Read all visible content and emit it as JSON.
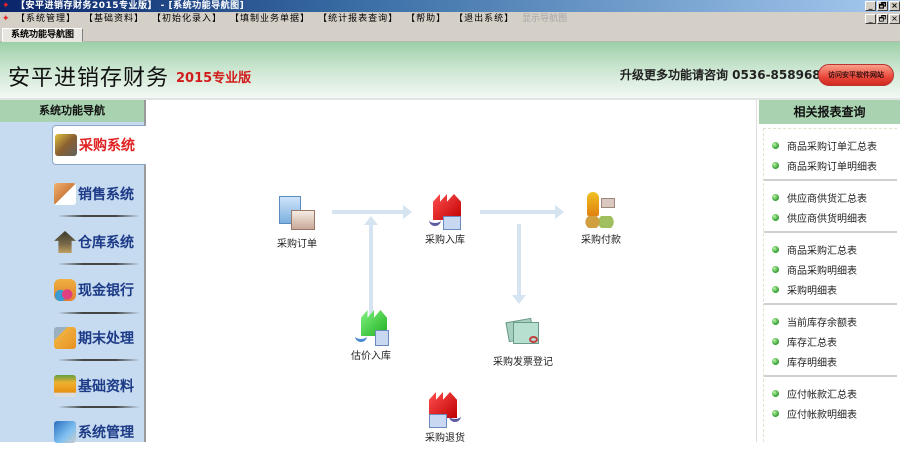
{
  "window": {
    "title": "【安平进销存财务2015专业版】 - [系统功能导航图]",
    "controls": [
      "_",
      "🗗",
      "×"
    ]
  },
  "menubar": {
    "items": [
      {
        "label": "【系统管理】"
      },
      {
        "label": "【基础资料】"
      },
      {
        "label": "【初始化录入】"
      },
      {
        "label": "【填制业务单据】"
      },
      {
        "label": "【统计报表查询】"
      },
      {
        "label": "【帮助】"
      },
      {
        "label": "【退出系统】"
      },
      {
        "label": "显示导航图",
        "disabled": true
      }
    ]
  },
  "tabs": [
    {
      "label": "系统功能导航图"
    }
  ],
  "banner": {
    "brand": "安平进销存财务",
    "version": "2015专业版",
    "promo": "升级更多功能请咨询 0536-8589685",
    "visit_button": "访问安平软件网站"
  },
  "leftnav": {
    "header": "系统功能导航",
    "items": [
      {
        "label": "采购系统",
        "icon": "purchase-icon",
        "active": true,
        "color": "#c8a040"
      },
      {
        "label": "销售系统",
        "icon": "sales-icon",
        "color": "#e8a060"
      },
      {
        "label": "仓库系统",
        "icon": "warehouse-icon",
        "color": "#6b5a3a"
      },
      {
        "label": "现金银行",
        "icon": "cash-bank-icon",
        "color": "#e89040"
      },
      {
        "label": "期末处理",
        "icon": "period-end-icon",
        "color": "#e8b040"
      },
      {
        "label": "基础资料",
        "icon": "basic-data-icon",
        "color": "#f0b030"
      },
      {
        "label": "系统管理",
        "icon": "system-admin-icon",
        "color": "#4a90d0"
      }
    ]
  },
  "flow": {
    "nodes": [
      {
        "id": "purchase-order",
        "label": "采购订单",
        "icon": "purchase-order-icon"
      },
      {
        "id": "purchase-receipt",
        "label": "采购入库",
        "icon": "red-factory-icon"
      },
      {
        "id": "purchase-payment",
        "label": "采购付款",
        "icon": "payment-icon"
      },
      {
        "id": "estimated-receipt",
        "label": "估价入库",
        "icon": "green-factory-icon"
      },
      {
        "id": "invoice-register",
        "label": "采购发票登记",
        "icon": "invoice-icon"
      },
      {
        "id": "purchase-return",
        "label": "采购退货",
        "icon": "red-factory-return-icon"
      }
    ]
  },
  "rightpanel": {
    "header": "相关报表查询",
    "groups": [
      {
        "items": [
          "商品采购订单汇总表",
          "商品采购订单明细表"
        ]
      },
      {
        "items": [
          "供应商供货汇总表",
          "供应商供货明细表"
        ]
      },
      {
        "items": [
          "商品采购汇总表",
          "商品采购明细表",
          "采购明细表"
        ]
      },
      {
        "items": [
          "当前库存余额表",
          "库存汇总表",
          "库存明细表"
        ]
      },
      {
        "items": [
          "应付帐款汇总表",
          "应付帐款明细表"
        ]
      }
    ]
  },
  "colors": {
    "banner_green": "#9ccfa8",
    "nav_bg": "#c6daf0",
    "nav_label": "#1c3a86",
    "active_label": "#e02222",
    "version_red": "#d21b1b",
    "arrow": "#d6e4f2"
  }
}
